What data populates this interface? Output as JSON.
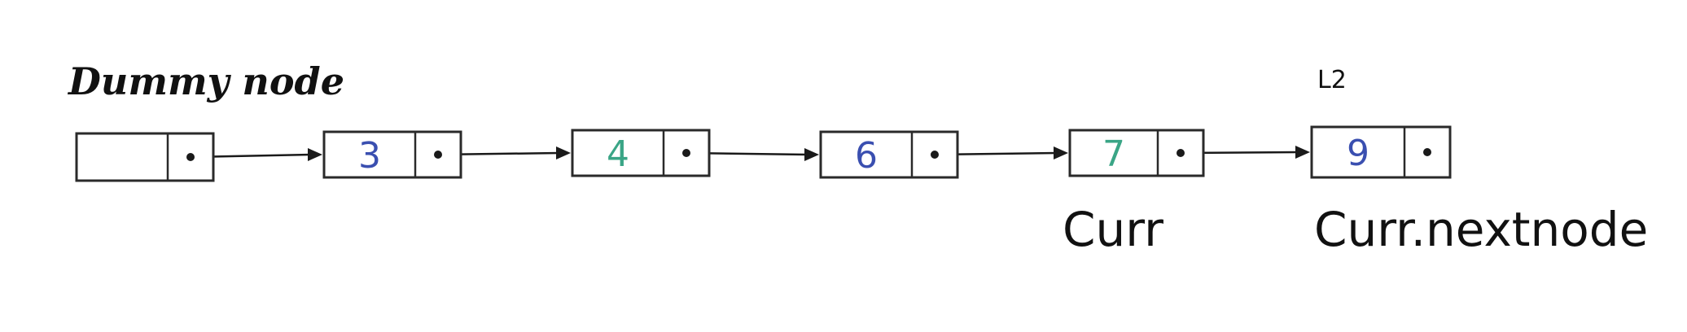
{
  "title": "Dummy node",
  "list_label": "L2",
  "nodes": [
    {
      "value": "",
      "color": "#000000"
    },
    {
      "value": "3",
      "color": "#3a4fb0"
    },
    {
      "value": "4",
      "color": "#3aa586"
    },
    {
      "value": "6",
      "color": "#3a4fb0"
    },
    {
      "value": "7",
      "color": "#3aa586"
    },
    {
      "value": "9",
      "color": "#3a4fb0"
    }
  ],
  "pointer_labels": {
    "curr": "Curr",
    "curr_next": "Curr.nextnode"
  }
}
